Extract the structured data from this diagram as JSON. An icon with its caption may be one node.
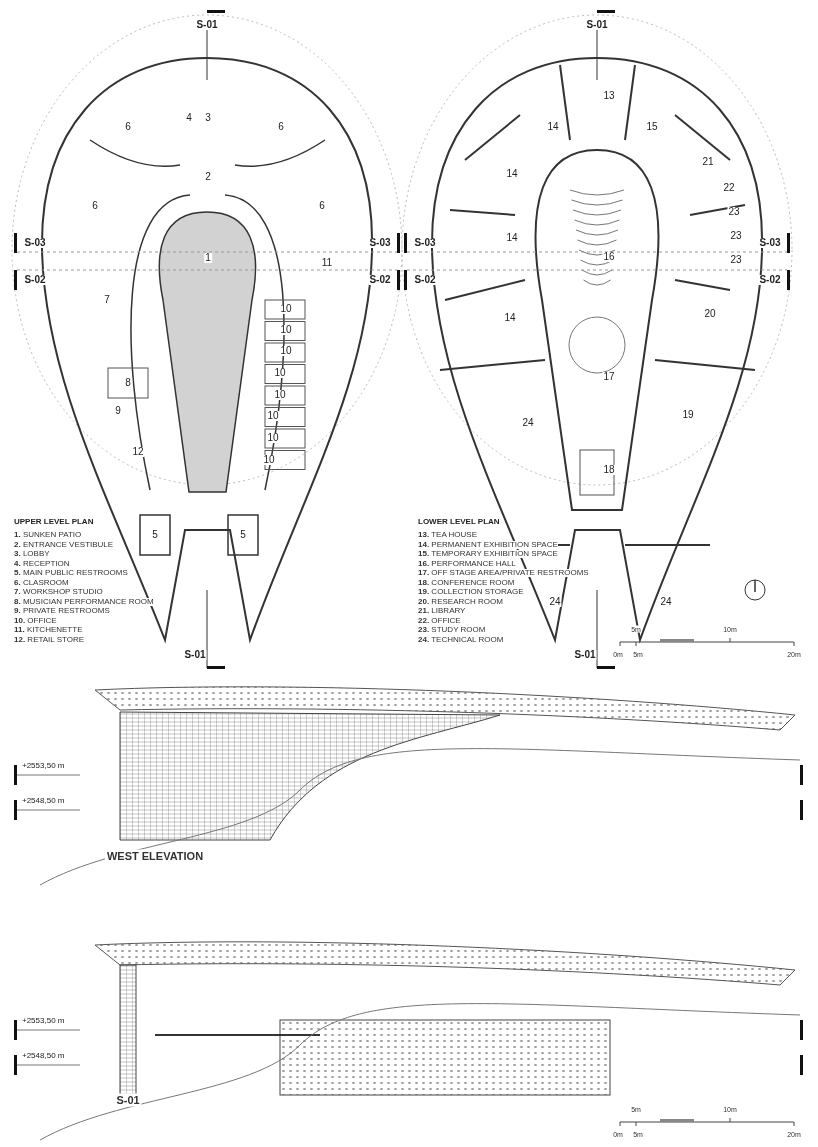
{
  "diagram": {
    "labels": [
      "S-01",
      "6",
      "4",
      "3",
      "6",
      "2",
      "6",
      "6",
      "S-03",
      "S-03",
      "1",
      "11",
      "S-02",
      "S-02",
      "7",
      "10",
      "10",
      "10",
      "10",
      "10",
      "10",
      "10",
      "10",
      "8",
      "9",
      "12",
      "5",
      "5",
      "S-01",
      "UPPER LEVEL PLAN",
      "**1.** SUNKEN PATIO",
      "**2.** ENTRANCE VESTIBULE",
      "**3.** LOBBY",
      "**4.** RECEPTION",
      "**5.** MAIN PUBLIC RESTROOMS",
      "**6.** CLASROOM",
      "**7.** WORKSHOP STUDIO",
      "**8.** MUSICIAN PERFORMANCE ROOM",
      "**9.** PRIVATE RESTROOMS",
      "**10.** OFFICE",
      "**11.** KITCHENETTE",
      "**12.** RETAIL STORE",
      "S-01",
      "13",
      "14",
      "15",
      "14",
      "21",
      "22",
      "23",
      "14",
      "23",
      "S-03",
      "16",
      "S-03",
      "23",
      "S-02",
      "S-02",
      "14",
      "20",
      "17",
      "19",
      "24",
      "18",
      "24",
      "24",
      "S-01",
      "LOWER LEVEL PLAN",
      "**13.** TEA HOUSE",
      "**14.** PERMANENT EXHIBITION SPACE",
      "**15.** TEMPORARY EXHIBITION SPACE",
      "**16.** PERFORMANCE HALL",
      "**17.** OFF STAGE AREA/PRIVATE RESTROOMS",
      "**18.** CONFERENCE ROOM",
      "**19.** COLLECTION STORAGE",
      "**20.** RESEARCH ROOM",
      "**21.** LIBRARY",
      "**22.** OFFICE",
      "**23.** STUDY ROOM",
      "**24.** TECHNICAL ROOM",
      "5m",
      "10m",
      "0m",
      "5m",
      "20m",
      "+2553,50 m",
      "+2548,50 m",
      "WEST ELEVATION",
      "+2553,50 m",
      "+2548,50 m",
      "S-01",
      "5m",
      "10m",
      "0m",
      "5m",
      "20m"
    ]
  }
}
